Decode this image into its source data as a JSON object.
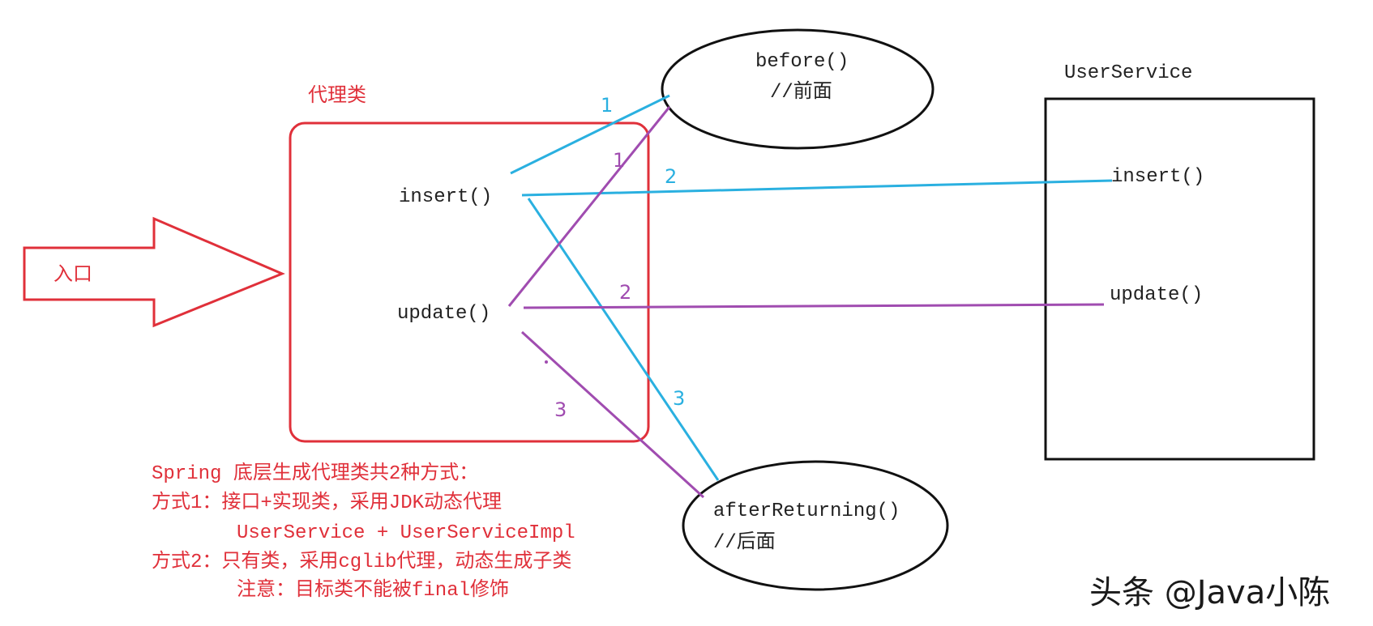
{
  "colors": {
    "red": "#e0303a",
    "blue": "#2ab0e0",
    "purple": "#a04cb0",
    "dark": "#222222"
  },
  "entry": {
    "label": "入口"
  },
  "proxy": {
    "title": "代理类",
    "insert": "insert()",
    "update": "update()"
  },
  "before": {
    "method": "before()",
    "comment": "//前面"
  },
  "after": {
    "method": "afterReturning()",
    "comment": "//后面"
  },
  "target": {
    "title": "UserService",
    "insert": "insert()",
    "update": "update()"
  },
  "flow_labels": {
    "blue_1": "1",
    "blue_2": "2",
    "blue_3": "3",
    "purple_1": "1",
    "purple_2": "2",
    "purple_3": "3"
  },
  "notes": {
    "line1": "Spring 底层生成代理类共2种方式：",
    "line2": "方式1：接口+实现类，采用JDK动态代理",
    "line3": "UserService + UserServiceImpl",
    "line4": "方式2：只有类，采用cglib代理，动态生成子类",
    "line5": "注意：目标类不能被final修饰"
  },
  "watermark": "头条 @Java小陈"
}
